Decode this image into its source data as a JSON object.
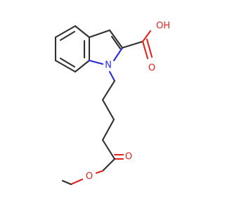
{
  "molecule": {
    "atom_labels": {
      "nitrogen": "N",
      "hydroxyl": "OH",
      "carbonyl_oxygen_acid": "O",
      "carbonyl_oxygen_ester": "O",
      "ester_oxygen": "O"
    },
    "colors": {
      "carbon_bond": "#303030",
      "nitrogen": "#2a2ae0",
      "oxygen": "#e0231c",
      "background": "#ffffff"
    }
  }
}
